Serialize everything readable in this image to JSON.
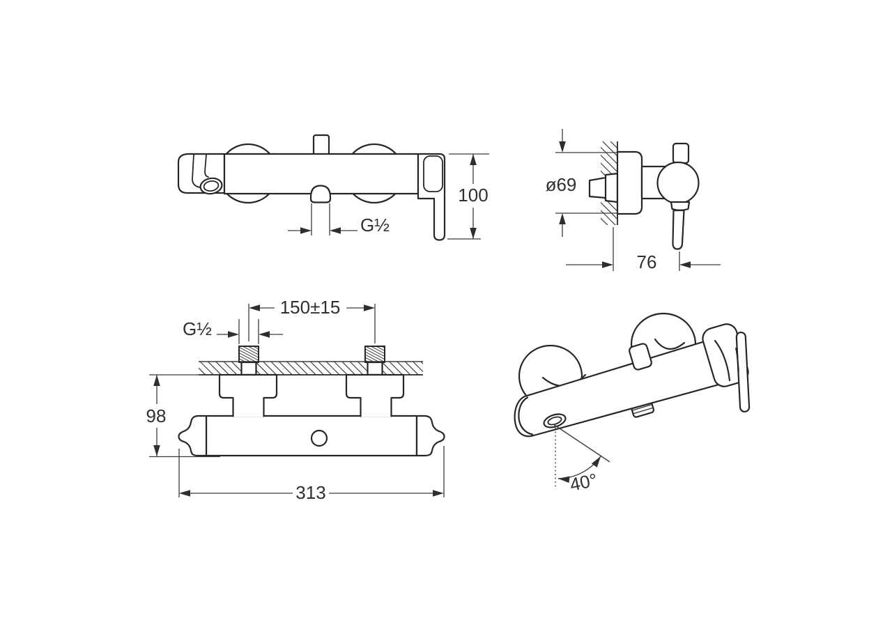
{
  "page": {
    "background_color": "#ffffff",
    "line_color": "#262626",
    "dimension_line_color": "#3a3a3a",
    "text_color": "#2f2f2f"
  },
  "views": {
    "front": {
      "height_dim": "100",
      "outlet_thread_dim": "G½"
    },
    "side": {
      "escutcheon_diameter_dim": "ø69",
      "depth_dim": "76"
    },
    "plan": {
      "inlet_spacing_dim": "150±15",
      "inlet_thread_dim": "G½",
      "offset_dim": "98",
      "overall_length_dim": "313"
    },
    "perspective": {
      "spout_angle_dim": "40°"
    }
  }
}
